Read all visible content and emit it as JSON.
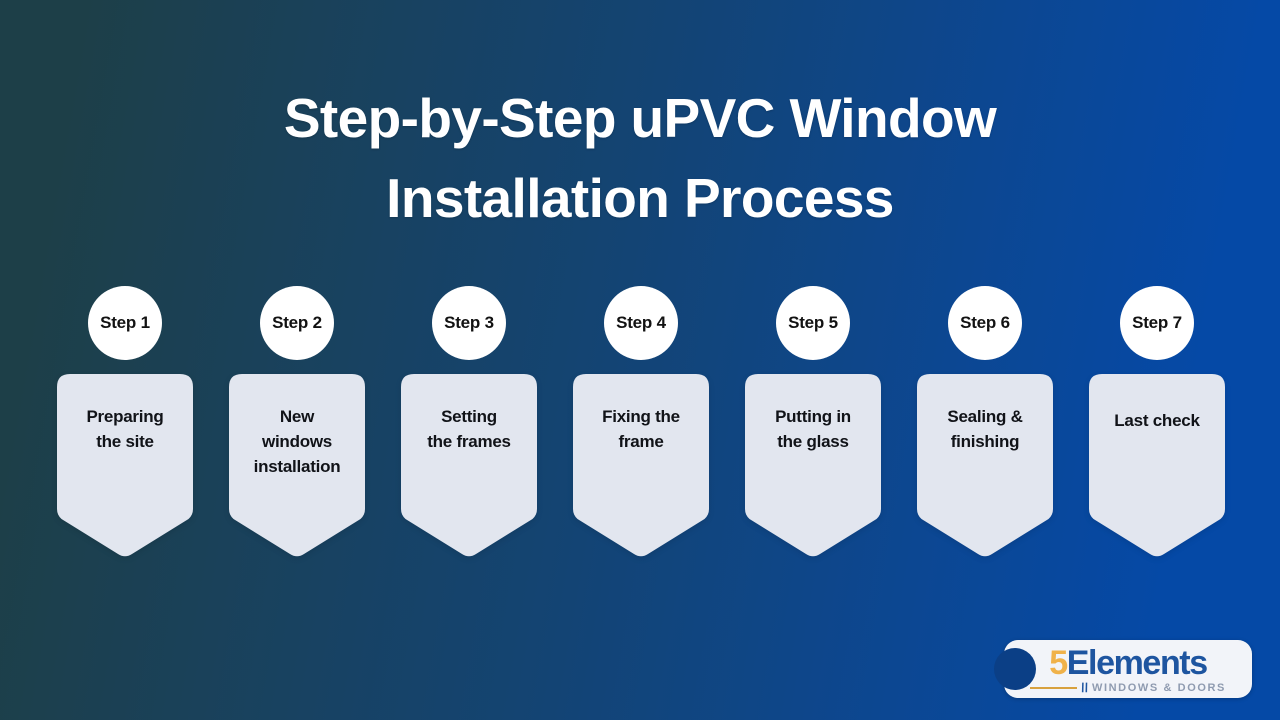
{
  "background": {
    "gradient_from": "#1d3f48",
    "gradient_mid": "#134474",
    "gradient_to": "#0549a6"
  },
  "title": {
    "line1": "Step-by-Step uPVC Window",
    "line2": "Installation Process",
    "color": "#ffffff"
  },
  "theme": {
    "badge_bg": "#ffffff",
    "badge_text": "#121212",
    "card_bg": "#e2e6ef",
    "card_text": "#111318"
  },
  "steps": [
    {
      "badge": "Step 1",
      "label": "Preparing\nthe site"
    },
    {
      "badge": "Step 2",
      "label": "New\nwindows\ninstallation"
    },
    {
      "badge": "Step 3",
      "label": "Setting\nthe frames"
    },
    {
      "badge": "Step 4",
      "label": "Fixing the\nframe"
    },
    {
      "badge": "Step 5",
      "label": "Putting in\nthe glass"
    },
    {
      "badge": "Step 6",
      "label": "Sealing &\nfinishing"
    },
    {
      "badge": "Step 7",
      "label": "Last check"
    }
  ],
  "logo": {
    "prefix": "5",
    "name": "Elements",
    "slash": "\\\\",
    "tagline": "WINDOWS & DOORS",
    "prefix_color": "#f0b24a",
    "name_color": "#1e55a0",
    "tagline_color": "#8f9bb0"
  }
}
